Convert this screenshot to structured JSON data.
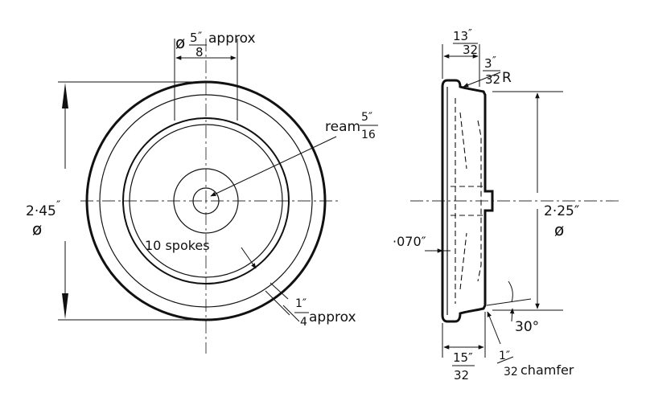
{
  "front_view": {
    "hub_diameter": {
      "symbol": "ø",
      "numerator": "5",
      "prime": "″",
      "denominator": "8",
      "suffix": "approx"
    },
    "ream": {
      "word": "ream",
      "numerator": "5″",
      "denominator": "16"
    },
    "outer_diameter": {
      "value": "2·45",
      "prime": "″",
      "symbol": "ø"
    },
    "spokes": "10 spokes",
    "rim_width": {
      "numerator": "1″",
      "denominator": "4",
      "suffix": "approx"
    }
  },
  "side_view": {
    "top_width": {
      "numerator": "13",
      "prime": "″",
      "denominator": "32"
    },
    "fillet_radius": {
      "numerator": "3",
      "prime": "″",
      "denominator": "32",
      "suffix": "R"
    },
    "tread_diameter": {
      "value": "2·25″",
      "symbol": "ø"
    },
    "web_thickness": "·070″",
    "flange_angle": "30°",
    "bottom_width": {
      "numerator": "15″",
      "denominator": "32"
    },
    "chamfer": {
      "numerator": "1″",
      "denominator": "32",
      "suffix": "chamfer"
    }
  }
}
